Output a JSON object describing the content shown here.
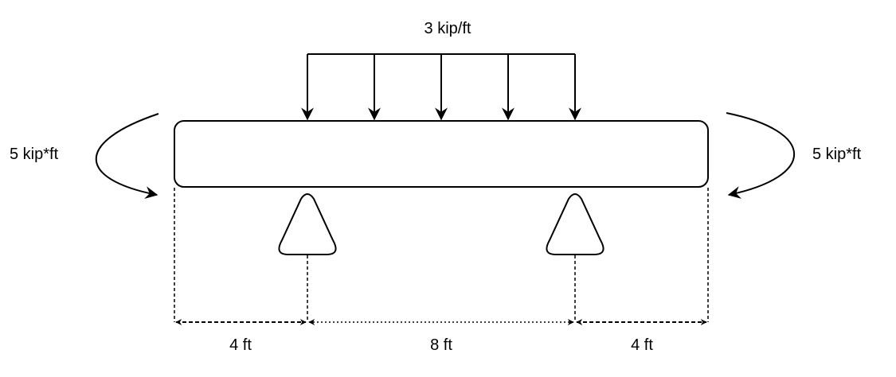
{
  "load": {
    "distributed_label": "3 kip/ft",
    "moment_left_label": "5 kip*ft",
    "moment_right_label": "5 kip*ft"
  },
  "dimensions": {
    "left_span_label": "4 ft",
    "middle_span_label": "8 ft",
    "right_span_label": "4 ft"
  },
  "colors": {
    "stroke": "#000000",
    "fill": "#ffffff"
  }
}
